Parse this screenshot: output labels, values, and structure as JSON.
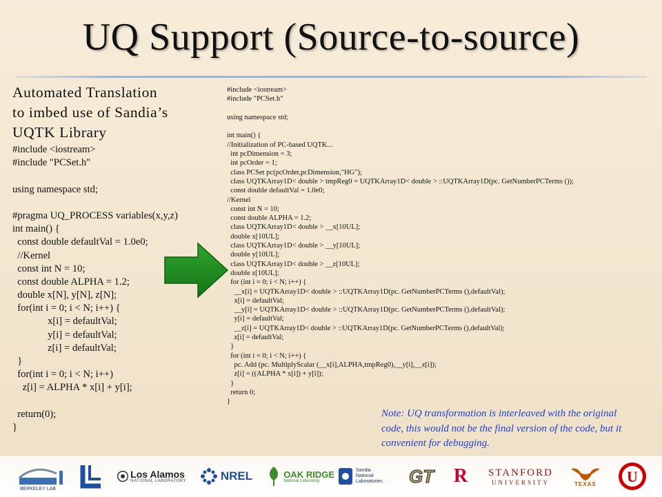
{
  "title": "UQ Support (Source-to-source)",
  "left": {
    "heading_lines": [
      "Automated Translation",
      "to imbed use of Sandia’s",
      "UQTK Library"
    ],
    "code_lines": [
      "#include <iostream>",
      "#include \"PCSet.h\"",
      "",
      "using namespace std;",
      "",
      "#pragma UQ_PROCESS variables(x,y,z)",
      "int main() {",
      "  const double defaultVal = 1.0e0;",
      "  //Kernel",
      "  const int N = 10;",
      "  const double ALPHA = 1.2;",
      "  double x[N], y[N], z[N];",
      "  for(int i = 0; i < N; i++) {",
      "              x[i] = defaultVal;",
      "              y[i] = defaultVal;",
      "              z[i] = defaultVal;",
      "  }",
      "  for(int i = 0; i < N; i++)",
      "    z[i] = ALPHA * x[i] + y[i];",
      "",
      "  return(0);",
      "}"
    ]
  },
  "right": {
    "code_lines": [
      "#include <iostream>",
      "#include \"PCSet.h\"",
      "",
      "using namespace std;",
      "",
      "int main() {",
      "//Initialization of PC-based UQTK...",
      "  int pcDimension = 3;",
      "  int pcOrder = 1;",
      "  class PCSet pc(pcOrder,pcDimension,\"HG\");",
      "  class UQTKArray1D< double > tmpReg0 = UQTKArray1D< double > ::UQTKArray1D(pc. GetNumberPCTerms ());",
      "  const double defaultVal = 1.0e0;",
      "//Kernel",
      "  const int N = 10;",
      "  const double ALPHA = 1.2;",
      "  class UQTKArray1D< double > __x[10UL];",
      "  double x[10UL];",
      "  class UQTKArray1D< double > __y[10UL];",
      "  double y[10UL];",
      "  class UQTKArray1D< double > __z[10UL];",
      "  double z[10UL];",
      "  for (int i = 0; i < N; i++) {",
      "    __x[i] = UQTKArray1D< double > ::UQTKArray1D(pc. GetNumberPCTerms (),defaultVal);",
      "    x[i] = defaultVal;",
      "    __y[i] = UQTKArray1D< double > ::UQTKArray1D(pc. GetNumberPCTerms (),defaultVal);",
      "    y[i] = defaultVal;",
      "    __z[i] = UQTKArray1D< double > ::UQTKArray1D(pc. GetNumberPCTerms (),defaultVal);",
      "    z[i] = defaultVal;",
      "  }",
      "  for (int i = 0; i < N; i++) {",
      "    pc. Add (pc. MultiplyScalar (__x[i],ALPHA,tmpReg0),__y[i],__z[i]);",
      "    z[i] = ((ALPHA * x[i]) + y[i]);",
      "  }",
      "  return 0;",
      "}"
    ]
  },
  "note": "Note: UQ transformation is interleaved with the original code, this would not be the final version of the code, but it convenient for debugging.",
  "colors": {
    "arrow": "#1e8a1e",
    "note": "#1d3fcf",
    "title_rule": "#9fb4d6"
  },
  "logos": [
    {
      "name": "berkeley-lab-logo",
      "text": "BERKELEY LAB"
    },
    {
      "name": "llnl-logo",
      "text": ""
    },
    {
      "name": "los-alamos-logo",
      "text": "Los Alamos",
      "sub": "NATIONAL LABORATORY"
    },
    {
      "name": "nrel-logo",
      "text": "NREL"
    },
    {
      "name": "oak-ridge-logo",
      "text": "OAK RIDGE",
      "sub": "National Laboratory"
    },
    {
      "name": "sandia-logo",
      "text": "Sandia National Laboratories"
    },
    {
      "name": "georgia-tech-logo",
      "text": "GT"
    },
    {
      "name": "rutgers-logo",
      "text": "R"
    },
    {
      "name": "stanford-logo",
      "text": "STANFORD",
      "sub": "UNIVERSITY"
    },
    {
      "name": "texas-logo",
      "text": "TEXAS"
    },
    {
      "name": "utah-logo",
      "text": "U"
    }
  ]
}
